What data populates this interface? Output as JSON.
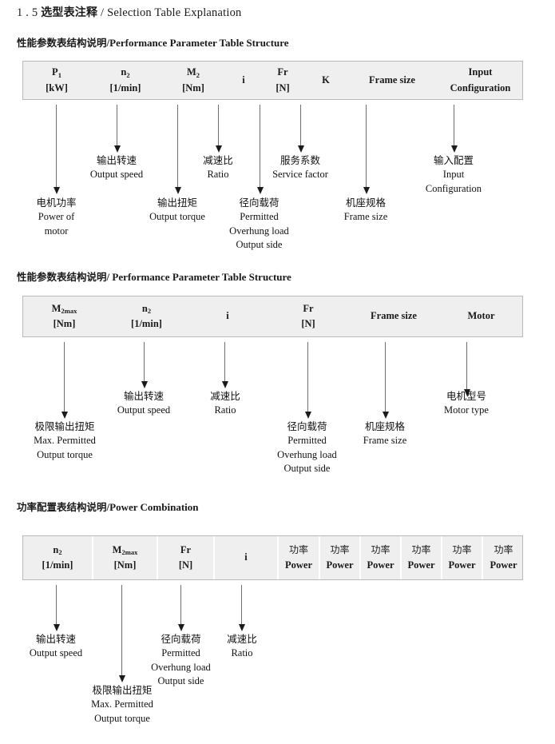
{
  "page": {
    "title_number": "1 . 5",
    "title_cn": "选型表注释",
    "title_sep": "/",
    "title_en": "Selection Table Explanation"
  },
  "sections": [
    {
      "heading_cn": "性能参数表结构说明",
      "heading_sep": "/",
      "heading_en": "Performance Parameter Table Structure",
      "table": {
        "divided": false,
        "columns": [
          {
            "line1": "P",
            "sub1": "1",
            "line2": "[kW]"
          },
          {
            "line1": "n",
            "sub1": "2",
            "line2": "[1/min]"
          },
          {
            "line1": "M",
            "sub1": "2",
            "line2": "[Nm]"
          },
          {
            "line1": "i",
            "sub1": "",
            "line2": ""
          },
          {
            "line1": "Fr",
            "sub1": "",
            "line2": "[N]"
          },
          {
            "line1": "K",
            "sub1": "",
            "line2": ""
          },
          {
            "line1": "Frame size",
            "sub1": "",
            "line2": ""
          },
          {
            "line1": "Input",
            "sub1": "",
            "line2": "Configuration"
          }
        ]
      },
      "annotations": [
        {
          "cn": "电机功率",
          "en": [
            "Power of",
            "motor"
          ]
        },
        {
          "cn": "输出转速",
          "en": [
            "Output speed"
          ]
        },
        {
          "cn": "输出扭矩",
          "en": [
            "Output torque"
          ]
        },
        {
          "cn": "减速比",
          "en": [
            "Ratio"
          ]
        },
        {
          "cn": "径向载荷",
          "en": [
            "Permitted",
            "Overhung load",
            "Output side"
          ]
        },
        {
          "cn": "服务系数",
          "en": [
            "Service factor"
          ]
        },
        {
          "cn": "机座规格",
          "en": [
            "Frame size"
          ]
        },
        {
          "cn": "输入配置",
          "en": [
            "Input",
            "Configuration"
          ]
        }
      ]
    },
    {
      "heading_cn": "性能参数表结构说明",
      "heading_sep": "/",
      "heading_en": "Performance Parameter Table Structure",
      "table": {
        "divided": false,
        "columns": [
          {
            "line1": "M",
            "sub1": "2max",
            "line2": "[Nm]"
          },
          {
            "line1": "n",
            "sub1": "2",
            "line2": "[1/min]"
          },
          {
            "line1": "i",
            "sub1": "",
            "line2": ""
          },
          {
            "line1": "Fr",
            "sub1": "",
            "line2": "[N]"
          },
          {
            "line1": "Frame size",
            "sub1": "",
            "line2": ""
          },
          {
            "line1": "Motor",
            "sub1": "",
            "line2": ""
          }
        ]
      },
      "annotations": [
        {
          "cn": "极限输出扭矩",
          "en": [
            "Max. Permitted",
            "Output  torque"
          ]
        },
        {
          "cn": "输出转速",
          "en": [
            "Output speed"
          ]
        },
        {
          "cn": "减速比",
          "en": [
            "Ratio"
          ]
        },
        {
          "cn": "径向载荷",
          "en": [
            "Permitted",
            "Overhung load",
            "Output side"
          ]
        },
        {
          "cn": "机座规格",
          "en": [
            "Frame size"
          ]
        },
        {
          "cn": "电机型号",
          "en": [
            "Motor type"
          ]
        }
      ]
    },
    {
      "heading_cn": "功率配置表结构说明",
      "heading_sep": "/",
      "heading_en": "Power Combination",
      "table": {
        "divided": true,
        "columns": [
          {
            "line1": "n",
            "sub1": "2",
            "line2": "[1/min]"
          },
          {
            "line1": "M",
            "sub1": "2max",
            "line2": "[Nm]"
          },
          {
            "line1": "Fr",
            "sub1": "",
            "line2": "[N]"
          },
          {
            "line1": "i",
            "sub1": "",
            "line2": ""
          },
          {
            "line1": "功率",
            "sub1": "",
            "line2": "Power",
            "cn_head": true
          },
          {
            "line1": "功率",
            "sub1": "",
            "line2": "Power",
            "cn_head": true
          },
          {
            "line1": "功率",
            "sub1": "",
            "line2": "Power",
            "cn_head": true
          },
          {
            "line1": "功率",
            "sub1": "",
            "line2": "Power",
            "cn_head": true
          },
          {
            "line1": "功率",
            "sub1": "",
            "line2": "Power",
            "cn_head": true
          },
          {
            "line1": "功率",
            "sub1": "",
            "line2": "Power",
            "cn_head": true
          }
        ]
      },
      "annotations": [
        {
          "cn": "输出转速",
          "en": [
            "Output speed"
          ]
        },
        {
          "cn": "极限输出扭矩",
          "en": [
            "Max. Permitted",
            "Output  torque"
          ]
        },
        {
          "cn": "径向载荷",
          "en": [
            "Permitted",
            "Overhung load",
            "Output side"
          ]
        },
        {
          "cn": "减速比",
          "en": [
            "Ratio"
          ]
        }
      ]
    }
  ],
  "colors": {
    "table_fill": "#efefef",
    "table_border": "#b9b9b9",
    "arrow": "#6d6d6d",
    "text": "#1a1a1a"
  }
}
